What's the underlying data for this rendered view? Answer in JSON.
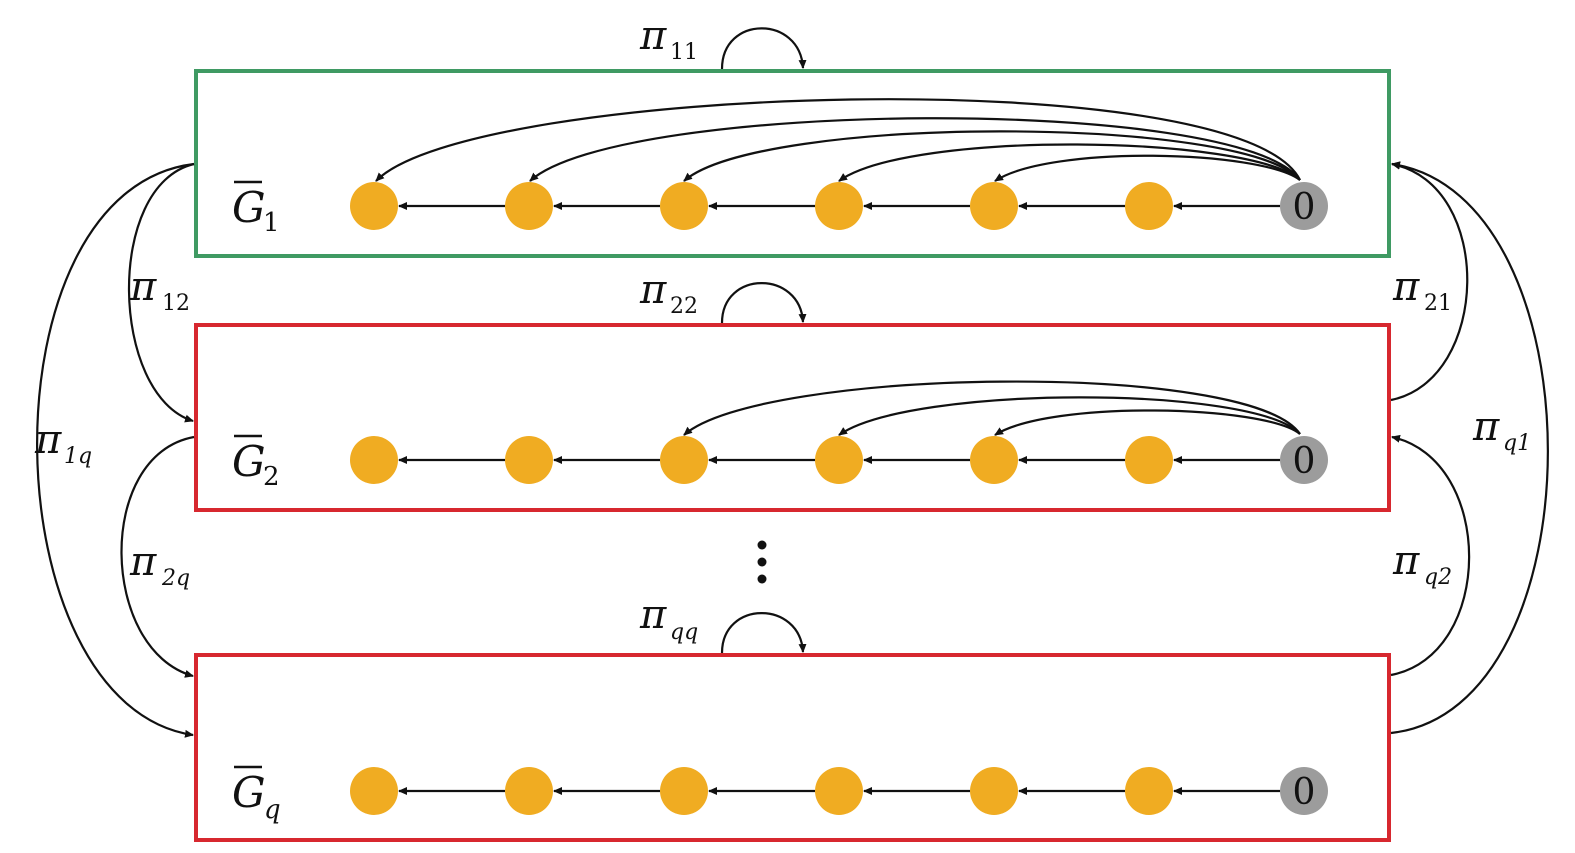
{
  "colors": {
    "first_box": "#3f9a63",
    "other_box": "#d7282f",
    "node": "#f0ac22",
    "root_node": "#9c9c9c",
    "edge": "#111111"
  },
  "boxes": [
    {
      "label_main": "G",
      "label_sub": "1",
      "root_label": "0",
      "self_loop": {
        "main": "π",
        "sub": "11"
      }
    },
    {
      "label_main": "G",
      "label_sub": "2",
      "root_label": "0",
      "self_loop": {
        "main": "π",
        "sub": "22"
      }
    },
    {
      "label_main": "G",
      "label_sub": "q",
      "root_label": "0",
      "self_loop": {
        "main": "π",
        "sub": "qq"
      }
    }
  ],
  "transitions": {
    "left": [
      {
        "main": "π",
        "sub": "12"
      },
      {
        "main": "π",
        "sub": "1q"
      },
      {
        "main": "π",
        "sub": "2q"
      }
    ],
    "right": [
      {
        "main": "π",
        "sub": "21"
      },
      {
        "main": "π",
        "sub": "q1"
      },
      {
        "main": "π",
        "sub": "q2"
      }
    ]
  },
  "ellipsis": "vertical-dots"
}
